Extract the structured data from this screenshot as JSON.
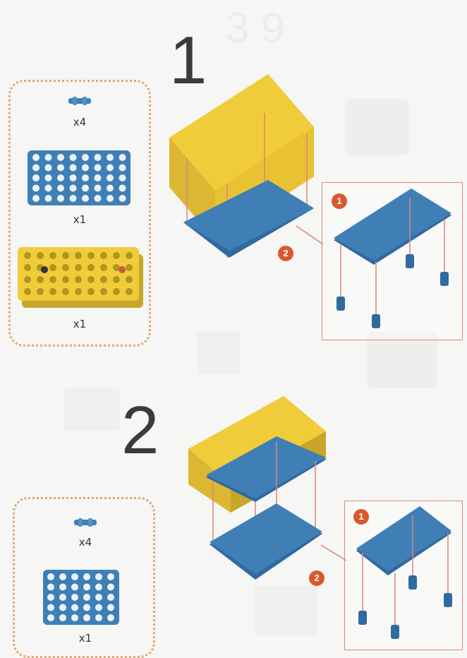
{
  "steps": [
    {
      "number": "1",
      "parts": [
        {
          "name": "connector-peg",
          "quantity": "x4"
        },
        {
          "name": "blue-plate",
          "quantity": "x1"
        },
        {
          "name": "yellow-box",
          "quantity": "x1"
        }
      ],
      "callout_badges": [
        "1",
        "2"
      ]
    },
    {
      "number": "2",
      "parts": [
        {
          "name": "connector-peg",
          "quantity": "x4"
        },
        {
          "name": "blue-plate",
          "quantity": "x1"
        }
      ],
      "callout_badges": [
        "1",
        "2"
      ]
    }
  ],
  "colors": {
    "blue_part": "#3f7fb6",
    "yellow_part": "#f1cc3a",
    "guide_line": "#d9857a",
    "badge": "#d9582b",
    "parts_border": "#e0a872"
  }
}
